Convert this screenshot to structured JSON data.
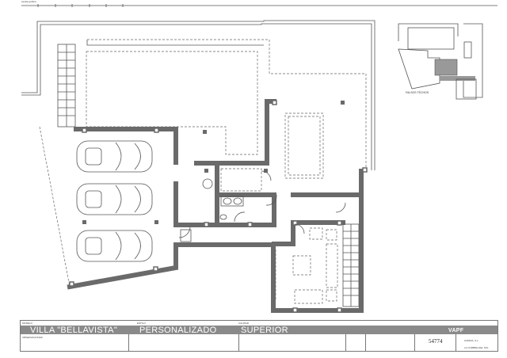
{
  "drawing": {
    "inset_caption": "FALSOS TECHOS",
    "scale_label": "escala gráfica"
  },
  "title_block": {
    "model_label": "MODELO",
    "model": "VILLA \"BELLAVISTA\"",
    "style_label": "ESTILO",
    "style": "PERSONALIZADO",
    "quality_label": "CALIDAD",
    "quality": "SUPERIOR",
    "brand": "VAPF",
    "reference": "54774",
    "client": "GARDIA, S.L.",
    "location": "LA CUMBRE DEL SOL",
    "notes_title": "OBSERVACIONES"
  },
  "colors": {
    "wall": "#6a6a6a",
    "title_bar": "#8a8a8a"
  }
}
